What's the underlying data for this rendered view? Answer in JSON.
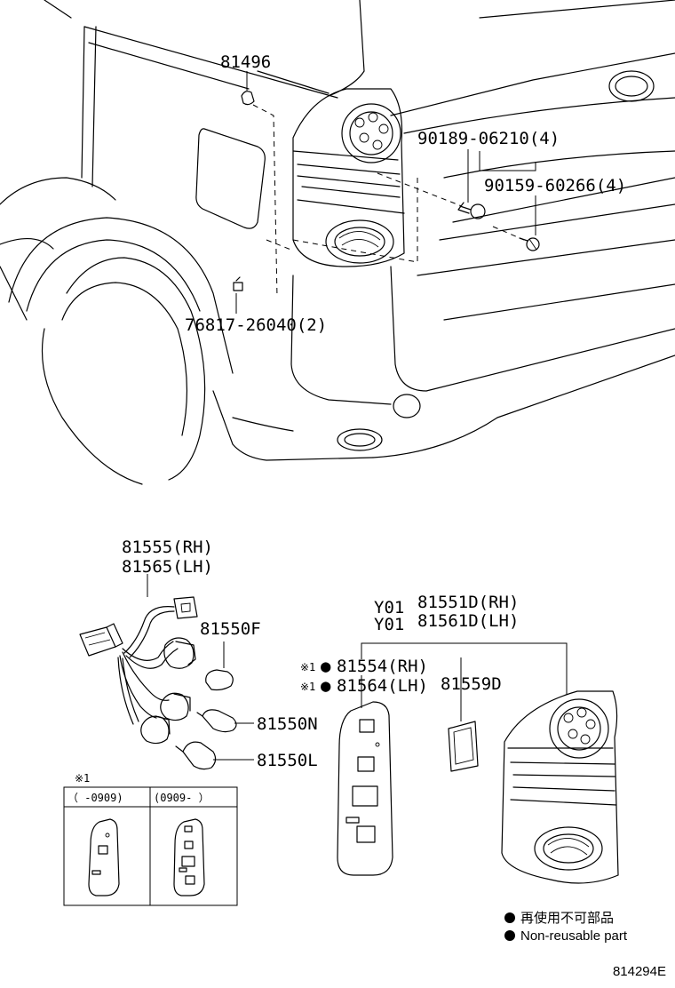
{
  "parts": {
    "clip": "81496",
    "lamp_screw": "90189-06210(4)",
    "screw": "90159-60266(4)",
    "cushion": "76817-26040(2)",
    "socket_rh": "81555(RH)",
    "socket_lh": "81565(LH)",
    "bulb_f": "81550F",
    "bulb_n": "81550N",
    "bulb_l": "81550L",
    "lamp_rh_code": "Y01",
    "lamp_rh": "81551D(RH)",
    "lamp_lh_code": "Y01",
    "lamp_lh": "81561D(LH)",
    "gasket_rh": "81554(RH)",
    "gasket_lh": "81564(LH)",
    "gasket_mark": "※1",
    "bullet": "●",
    "cover": "81559D"
  },
  "inset": {
    "title": "※1",
    "col1": "（    -0909)",
    "col2": "(0909-    ）"
  },
  "legend": {
    "jp": "再使用不可部品",
    "en": "Non-reusable part"
  },
  "diagram_code": "814294E"
}
